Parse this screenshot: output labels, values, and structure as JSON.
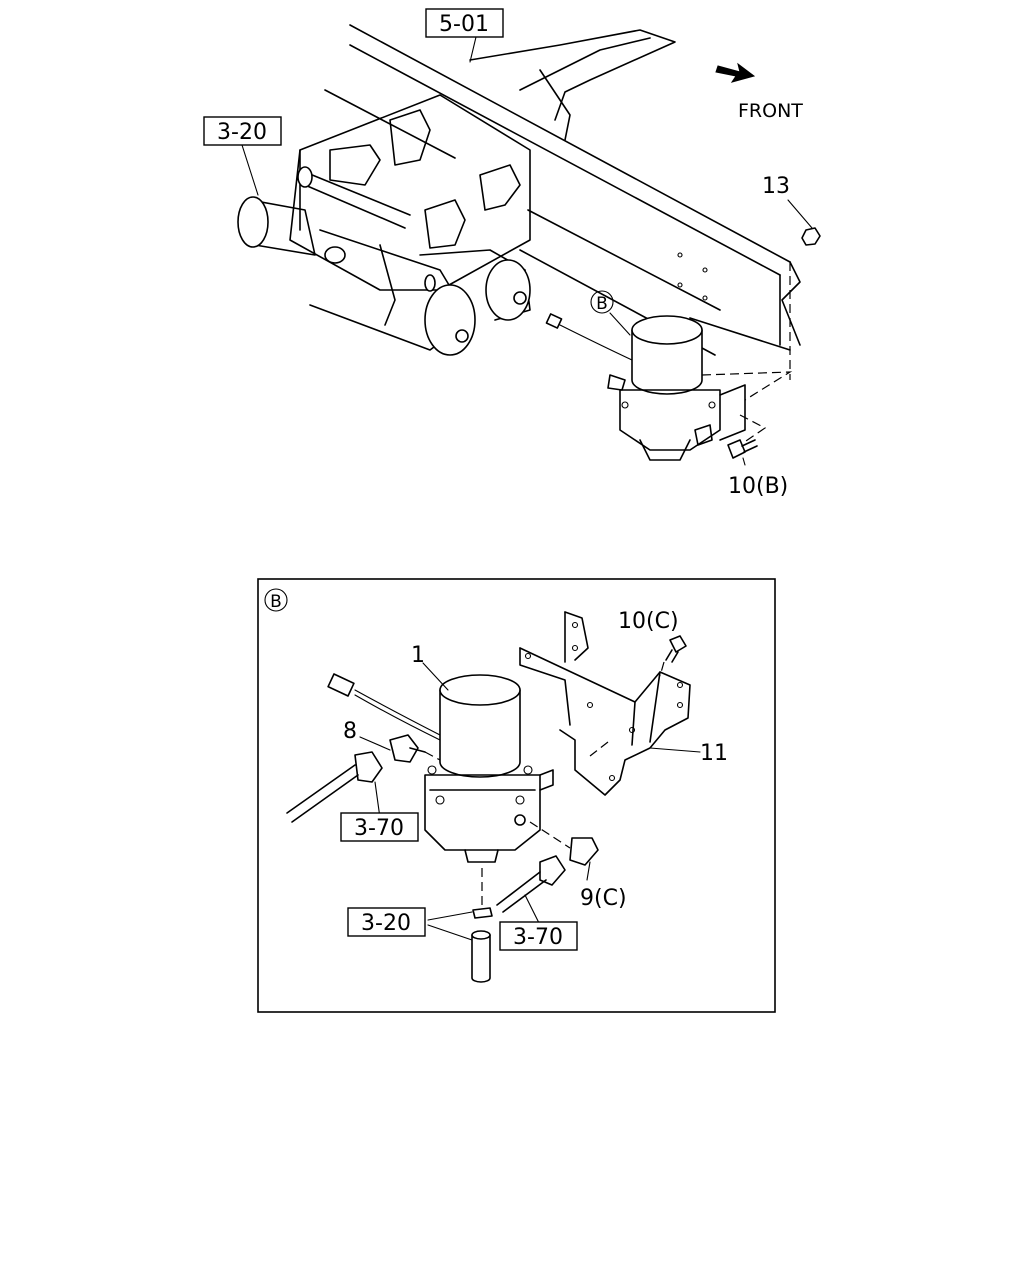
{
  "refs": {
    "ref_501": "5-01",
    "ref_320_top": "3-20",
    "ref_370_left": "3-70",
    "ref_370_right": "3-70",
    "ref_320_inset": "3-20"
  },
  "direction_label": "FRONT",
  "callouts": {
    "c13": "13",
    "c10b": "10(B)",
    "detail_marker_top": "B",
    "detail_marker_inset": "B",
    "c10c": "10(C)",
    "c1": "1",
    "c8": "8",
    "c11": "11",
    "c9c": "9(C)"
  }
}
